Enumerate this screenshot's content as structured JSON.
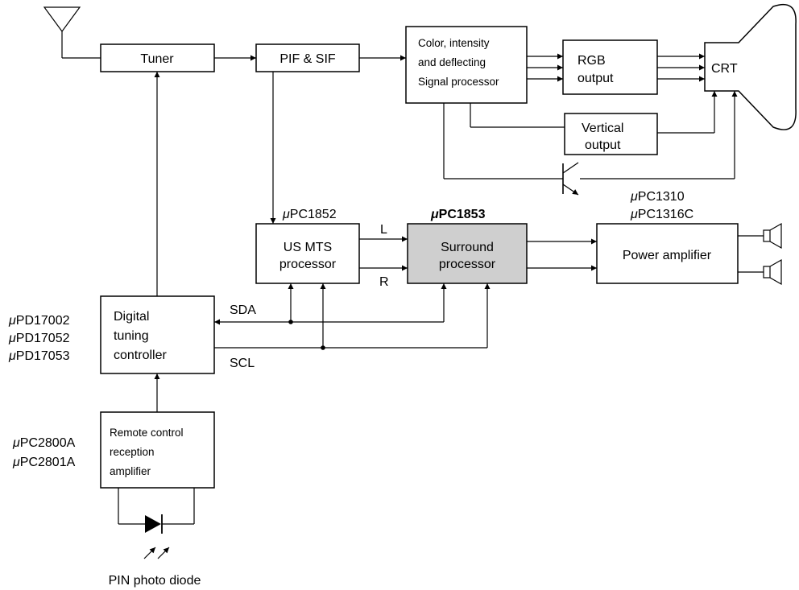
{
  "blocks": {
    "tuner": "Tuner",
    "pif_sif": "PIF & SIF",
    "color_proc": [
      "Color, intensity",
      "and deflecting",
      "Signal processor"
    ],
    "rgb_output": [
      "RGB",
      "output"
    ],
    "crt": "CRT",
    "vertical_output": [
      "Vertical",
      "output"
    ],
    "us_mts": [
      "US MTS",
      "processor"
    ],
    "surround": [
      "Surround",
      "processor"
    ],
    "power_amp": "Power amplifier",
    "digital_tuning": [
      "Digital",
      "tuning",
      "controller"
    ],
    "remote_control": [
      "Remote control",
      "reception",
      "amplifier"
    ]
  },
  "part_numbers": {
    "mts": "PC1852",
    "surround": "PC1853",
    "power_amp": [
      "PC1310",
      "PC1316C"
    ],
    "tuning_ctrl": [
      "PD17002",
      "PD17052",
      "PD17053"
    ],
    "remote": [
      "PC2800A",
      "PC2801A"
    ],
    "mu": "μ"
  },
  "signals": {
    "left": "L",
    "right": "R",
    "sda": "SDA",
    "scl": "SCL"
  },
  "captions": {
    "photo_diode": "PIN photo diode"
  }
}
